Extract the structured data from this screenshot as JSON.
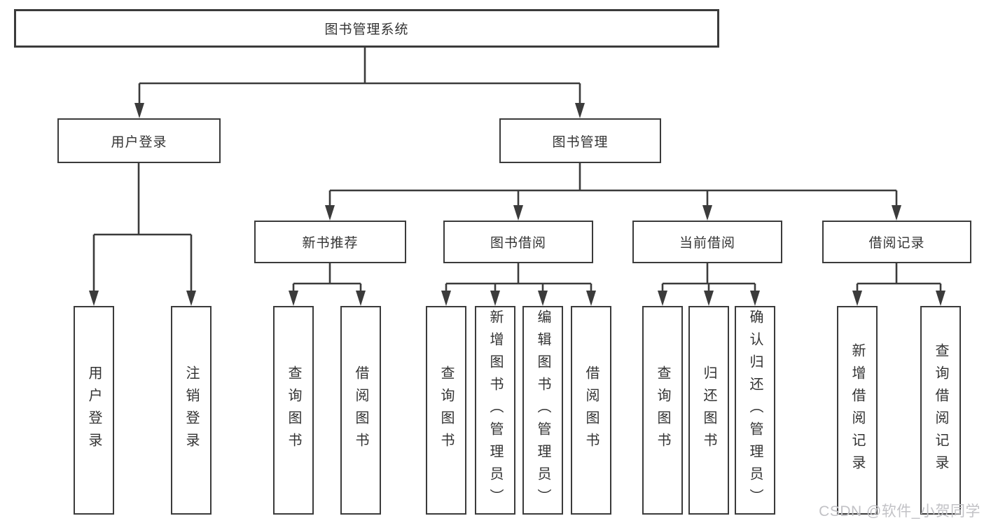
{
  "root": {
    "label": "图书管理系统"
  },
  "level2": [
    {
      "label": "用户登录"
    },
    {
      "label": "图书管理"
    }
  ],
  "level3": [
    {
      "label": "新书推荐"
    },
    {
      "label": "图书借阅"
    },
    {
      "label": "当前借阅"
    },
    {
      "label": "借阅记录"
    }
  ],
  "leaves": [
    {
      "label": "用户登录"
    },
    {
      "label": "注销登录"
    },
    {
      "label": "查询图书"
    },
    {
      "label": "借阅图书"
    },
    {
      "label": "查询图书"
    },
    {
      "label": "新增图书（管理员）"
    },
    {
      "label": "编辑图书（管理员）"
    },
    {
      "label": "借阅图书"
    },
    {
      "label": "查询图书"
    },
    {
      "label": "归还图书"
    },
    {
      "label": "确认归还（管理员）"
    },
    {
      "label": "新增借阅记录"
    },
    {
      "label": "查询借阅记录"
    }
  ],
  "watermark": {
    "text": "CSDN @软件_小贺同学"
  },
  "colors": {
    "line": "#3b3b3b",
    "text": "#333333",
    "watermark": "#c2c2c6",
    "background": "#ffffff"
  }
}
